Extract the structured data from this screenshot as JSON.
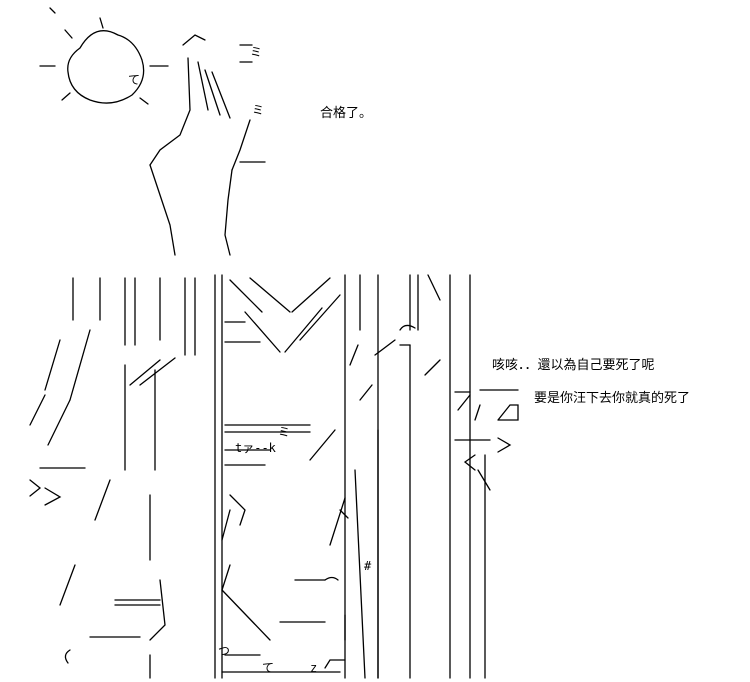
{
  "dialogue": {
    "line1": "合格了。",
    "line2": "咳咳．．還以為自己要死了呢",
    "line3": "要是你汪下去你就真的死了"
  },
  "art_text": {
    "sfx1": "ミ",
    "sfx2": "ミ",
    "sfx3": "ミ",
    "hash": "#",
    "te1": "て",
    "te2": "て",
    "tsu": "つ",
    "z": "z",
    "tak": "tァ--k"
  }
}
